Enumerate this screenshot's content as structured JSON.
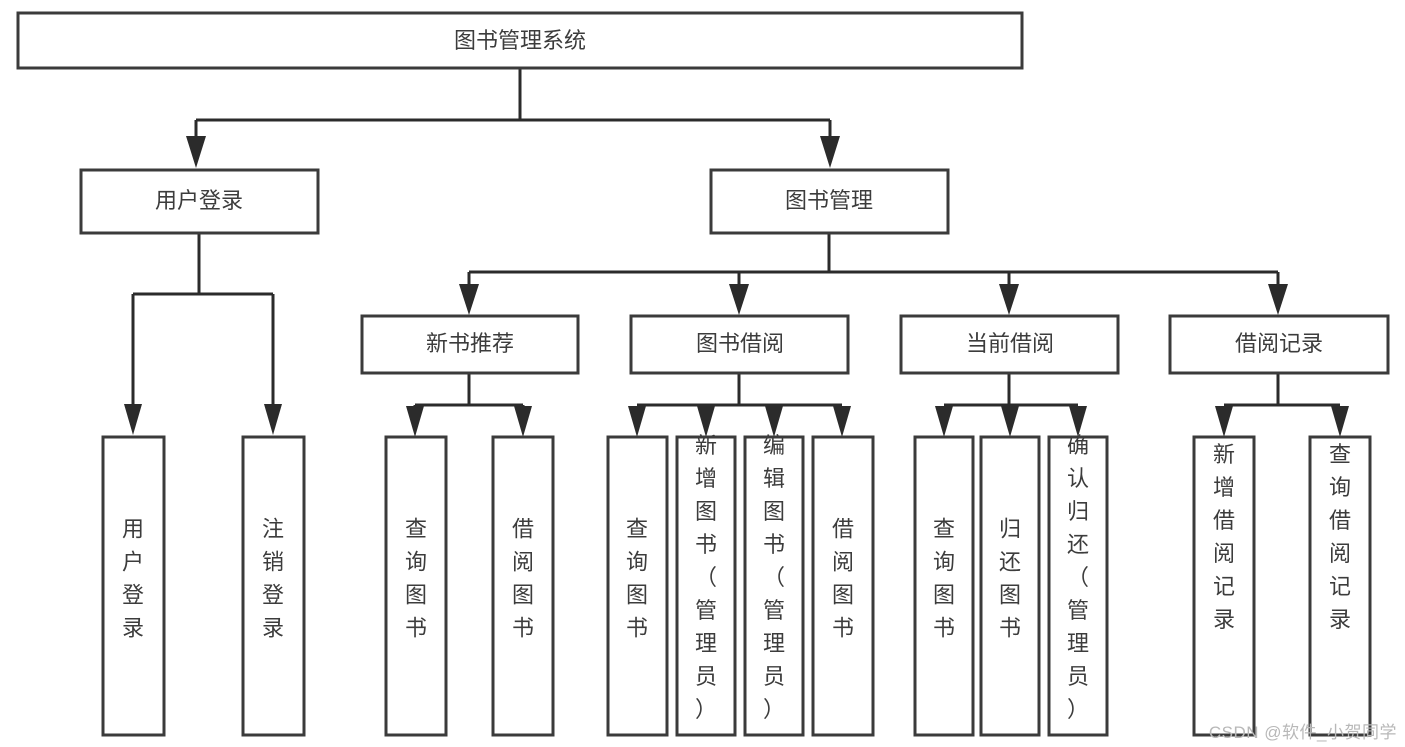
{
  "diagram": {
    "type": "tree-hierarchy",
    "title": "图书管理系统",
    "watermark": "CSDN @软件_小贺同学",
    "colors": {
      "box_border": "#3b3b3b",
      "box_fill": "#ffffff",
      "connector": "#2b2b2b",
      "text": "#3c3c3c",
      "watermark": "#b8b8b8",
      "background": "#ffffff"
    },
    "levels": [
      {
        "level": 1,
        "nodes": [
          {
            "id": "root",
            "label": "图书管理系统",
            "orientation": "horizontal"
          }
        ]
      },
      {
        "level": 2,
        "nodes": [
          {
            "id": "user-login",
            "label": "用户登录",
            "orientation": "horizontal",
            "parent": "root"
          },
          {
            "id": "book-manage",
            "label": "图书管理",
            "orientation": "horizontal",
            "parent": "root"
          }
        ]
      },
      {
        "level": 3,
        "nodes": [
          {
            "id": "new-book-rec",
            "label": "新书推荐",
            "orientation": "horizontal",
            "parent": "book-manage"
          },
          {
            "id": "book-borrow",
            "label": "图书借阅",
            "orientation": "horizontal",
            "parent": "book-manage"
          },
          {
            "id": "current-borrow",
            "label": "当前借阅",
            "orientation": "horizontal",
            "parent": "book-manage"
          },
          {
            "id": "borrow-record",
            "label": "借阅记录",
            "orientation": "horizontal",
            "parent": "book-manage"
          }
        ]
      },
      {
        "level": 4,
        "nodes": [
          {
            "id": "leaf-1",
            "label": "用户登录",
            "orientation": "vertical",
            "parent": "user-login"
          },
          {
            "id": "leaf-2",
            "label": "注销登录",
            "orientation": "vertical",
            "parent": "user-login"
          },
          {
            "id": "leaf-3",
            "label": "查询图书",
            "orientation": "vertical",
            "parent": "new-book-rec"
          },
          {
            "id": "leaf-4",
            "label": "借阅图书",
            "orientation": "vertical",
            "parent": "new-book-rec"
          },
          {
            "id": "leaf-5",
            "label": "查询图书",
            "orientation": "vertical",
            "parent": "book-borrow"
          },
          {
            "id": "leaf-6",
            "label": "新增图书（管理员）",
            "orientation": "vertical",
            "parent": "book-borrow"
          },
          {
            "id": "leaf-7",
            "label": "编辑图书（管理员）",
            "orientation": "vertical",
            "parent": "book-borrow"
          },
          {
            "id": "leaf-8",
            "label": "借阅图书",
            "orientation": "vertical",
            "parent": "book-borrow"
          },
          {
            "id": "leaf-9",
            "label": "查询图书",
            "orientation": "vertical",
            "parent": "current-borrow"
          },
          {
            "id": "leaf-10",
            "label": "归还图书",
            "orientation": "vertical",
            "parent": "current-borrow"
          },
          {
            "id": "leaf-11",
            "label": "确认归还（管理员）",
            "orientation": "vertical",
            "parent": "current-borrow"
          },
          {
            "id": "leaf-12",
            "label": "新增借阅记录",
            "orientation": "vertical",
            "parent": "borrow-record"
          },
          {
            "id": "leaf-13",
            "label": "查询借阅记录",
            "orientation": "vertical",
            "parent": "borrow-record"
          }
        ]
      }
    ]
  }
}
